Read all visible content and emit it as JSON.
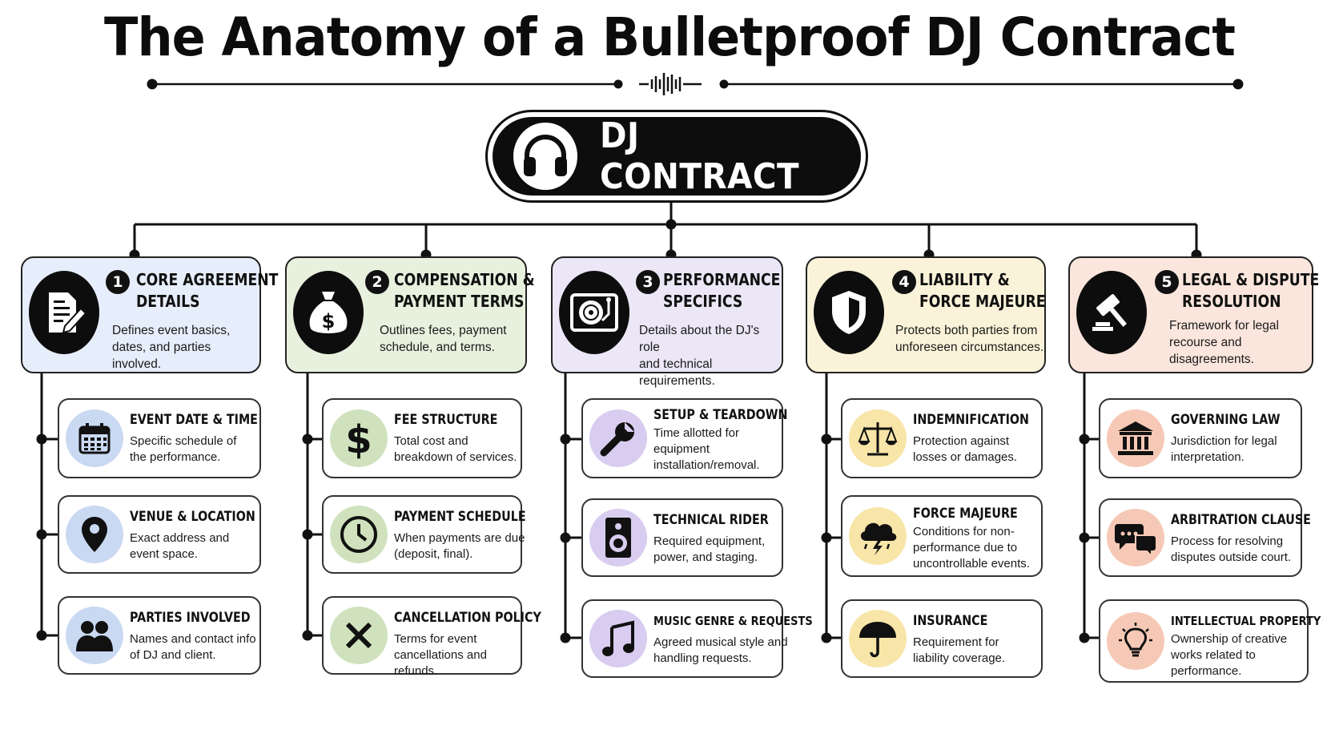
{
  "title": "The Anatomy of a Bulletproof DJ Contract",
  "root": {
    "label": "DJ CONTRACT",
    "icon": "headphones-icon"
  },
  "colors": {
    "blue": "#e6eefb",
    "green": "#e8f1de",
    "purple": "#ece7f7",
    "yellow": "#fbf3d9",
    "peach": "#fbe6dd"
  },
  "categories": [
    {
      "number": "1",
      "title_line1": "CORE AGREEMENT",
      "title_line2": "DETAILS",
      "desc_line1": "Defines event basics,",
      "desc_line2": "dates, and parties involved.",
      "desc_line3": "",
      "icon": "document-pen-icon",
      "items": [
        {
          "title": "EVENT DATE & TIME",
          "desc_line1": "Specific schedule of",
          "desc_line2": "the performance.",
          "desc_line3": "",
          "icon": "calendar-icon"
        },
        {
          "title": "VENUE & LOCATION",
          "desc_line1": "Exact address and",
          "desc_line2": "event space.",
          "desc_line3": "",
          "icon": "map-pin-icon"
        },
        {
          "title": "PARTIES INVOLVED",
          "desc_line1": "Names and contact info",
          "desc_line2": "of DJ and client.",
          "desc_line3": "",
          "icon": "people-icon"
        }
      ]
    },
    {
      "number": "2",
      "title_line1": "COMPENSATION &",
      "title_line2": "PAYMENT TERMS",
      "desc_line1": "Outlines fees, payment",
      "desc_line2": "schedule, and terms.",
      "desc_line3": "",
      "icon": "money-bag-icon",
      "items": [
        {
          "title": "FEE STRUCTURE",
          "desc_line1": "Total cost and",
          "desc_line2": "breakdown of services.",
          "desc_line3": "",
          "icon": "dollar-icon"
        },
        {
          "title": "PAYMENT SCHEDULE",
          "desc_line1": "When payments are due",
          "desc_line2": "(deposit, final).",
          "desc_line3": "",
          "icon": "clock-icon"
        },
        {
          "title": "CANCELLATION POLICY",
          "desc_line1": "Terms for event",
          "desc_line2": "cancellations and refunds.",
          "desc_line3": "",
          "icon": "x-mark-icon"
        }
      ]
    },
    {
      "number": "3",
      "title_line1": "PERFORMANCE",
      "title_line2": "SPECIFICS",
      "desc_line1": "Details about the DJ's role",
      "desc_line2": "and technical requirements.",
      "desc_line3": "",
      "icon": "turntable-icon",
      "items": [
        {
          "title": "SETUP & TEARDOWN",
          "desc_line1": "Time allotted for",
          "desc_line2": "equipment",
          "desc_line3": "installation/removal.",
          "icon": "wrench-icon"
        },
        {
          "title": "TECHNICAL RIDER",
          "desc_line1": "Required equipment,",
          "desc_line2": "power, and staging.",
          "desc_line3": "",
          "icon": "speaker-icon"
        },
        {
          "title": "MUSIC GENRE & REQUESTS",
          "desc_line1": "Agreed musical style and",
          "desc_line2": "handling requests.",
          "desc_line3": "",
          "icon": "music-note-icon"
        }
      ]
    },
    {
      "number": "4",
      "title_line1": "LIABILITY &",
      "title_line2": "FORCE MAJEURE",
      "desc_line1": "Protects both parties from",
      "desc_line2": "unforeseen circumstances.",
      "desc_line3": "",
      "icon": "shield-icon",
      "items": [
        {
          "title": "INDEMNIFICATION",
          "desc_line1": "Protection against",
          "desc_line2": "losses or damages.",
          "desc_line3": "",
          "icon": "scales-icon"
        },
        {
          "title": "FORCE MAJEURE",
          "desc_line1": "Conditions for non-",
          "desc_line2": "performance due to",
          "desc_line3": "uncontrollable events.",
          "icon": "storm-cloud-icon"
        },
        {
          "title": "INSURANCE",
          "desc_line1": "Requirement for",
          "desc_line2": "liability coverage.",
          "desc_line3": "",
          "icon": "umbrella-icon"
        }
      ]
    },
    {
      "number": "5",
      "title_line1": "LEGAL & DISPUTE",
      "title_line2": "RESOLUTION",
      "desc_line1": "Framework for legal",
      "desc_line2": "recourse and",
      "desc_line3": "disagreements.",
      "icon": "gavel-icon",
      "items": [
        {
          "title": "GOVERNING LAW",
          "desc_line1": "Jurisdiction for legal",
          "desc_line2": "interpretation.",
          "desc_line3": "",
          "icon": "courthouse-icon"
        },
        {
          "title": "ARBITRATION CLAUSE",
          "desc_line1": "Process for resolving",
          "desc_line2": "disputes outside court.",
          "desc_line3": "",
          "icon": "speech-bubbles-icon"
        },
        {
          "title": "INTELLECTUAL PROPERTY",
          "desc_line1": "Ownership of creative",
          "desc_line2": "works related to",
          "desc_line3": "performance.",
          "icon": "lightbulb-icon"
        }
      ]
    }
  ]
}
